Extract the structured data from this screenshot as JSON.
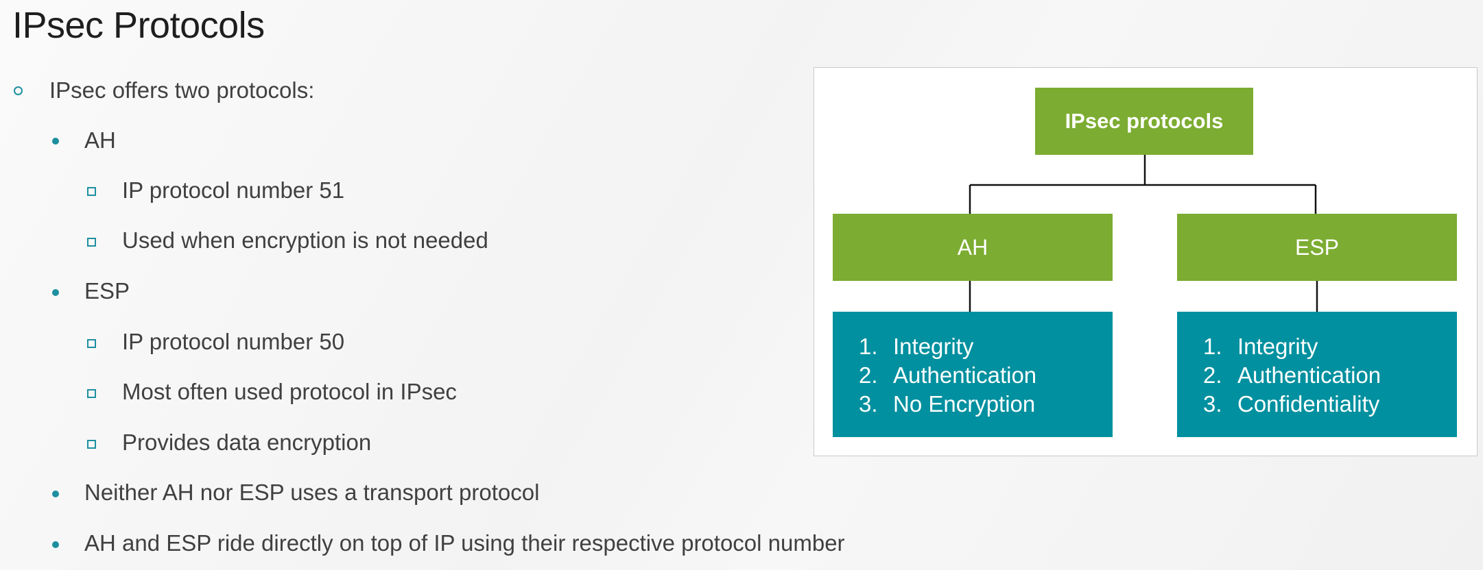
{
  "title": "IPsec Protocols",
  "bullets": [
    {
      "text": "IPsec offers two protocols:"
    },
    {
      "text": "AH"
    },
    {
      "text": "IP protocol number 51"
    },
    {
      "text": "Used when encryption is not needed"
    },
    {
      "text": "ESP"
    },
    {
      "text": "IP protocol number 50"
    },
    {
      "text": "Most often used protocol in IPsec"
    },
    {
      "text": "Provides data encryption"
    },
    {
      "text": "Neither AH nor ESP uses a transport protocol"
    },
    {
      "text": "AH and ESP ride directly on top of IP using their respective protocol number"
    }
  ],
  "diagram": {
    "root": "IPsec protocols",
    "ah": {
      "label": "AH",
      "items": [
        {
          "num": "1.",
          "text": "Integrity"
        },
        {
          "num": "2.",
          "text": "Authentication"
        },
        {
          "num": "3.",
          "text": "No Encryption"
        }
      ]
    },
    "esp": {
      "label": "ESP",
      "items": [
        {
          "num": "1.",
          "text": "Integrity"
        },
        {
          "num": "2.",
          "text": "Authentication"
        },
        {
          "num": "3.",
          "text": "Confidentiality"
        }
      ]
    }
  },
  "colors": {
    "green": "#7cac31",
    "teal": "#00909f",
    "bullet_accent": "#1d8f9f"
  }
}
